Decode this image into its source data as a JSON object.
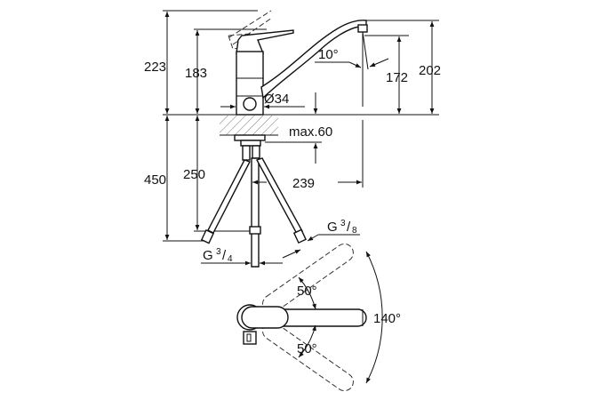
{
  "drawing": {
    "side_view": {
      "dim_total_height": "223",
      "dim_handle_height": "183",
      "dim_spout_height": "202",
      "dim_outlet_height": "172",
      "dim_spout_angle": "10°",
      "dim_hole_diameter": "Ø34",
      "dim_deck_thickness": "max.60",
      "dim_below_deck": "450",
      "dim_hose_length": "250",
      "dim_spout_reach": "239",
      "connection_main": {
        "prefix": "G",
        "num": "3",
        "den": "4"
      },
      "connection_hoses": {
        "prefix": "G",
        "num": "3",
        "den": "8"
      }
    },
    "top_view": {
      "angle_upper": "50°",
      "angle_lower": "50°",
      "angle_total": "140°"
    }
  }
}
